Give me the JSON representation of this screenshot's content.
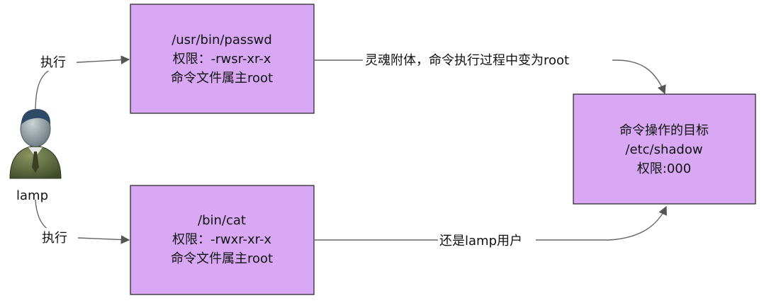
{
  "user": {
    "label": "lamp"
  },
  "boxes": {
    "passwd": {
      "lines": [
        "/usr/bin/passwd",
        "权限：-rwsr-xr-x",
        "命令文件属主root"
      ]
    },
    "cat": {
      "lines": [
        "/bin/cat",
        "权限：-rwxr-xr-x",
        "命令文件属主root"
      ]
    },
    "target": {
      "lines": [
        "命令操作的目标",
        "/etc/shadow",
        "权限:000"
      ]
    }
  },
  "edges": {
    "exec_top": "执行",
    "exec_bottom": "执行",
    "passwd_to_target": "灵魂附体，命令执行过程中变为root",
    "cat_to_target": "还是lamp用户"
  },
  "colors": {
    "box_fill": "#d9a8f5",
    "line": "#666666",
    "user_head": "#9aa7ab",
    "user_body": "#5f6b45"
  }
}
